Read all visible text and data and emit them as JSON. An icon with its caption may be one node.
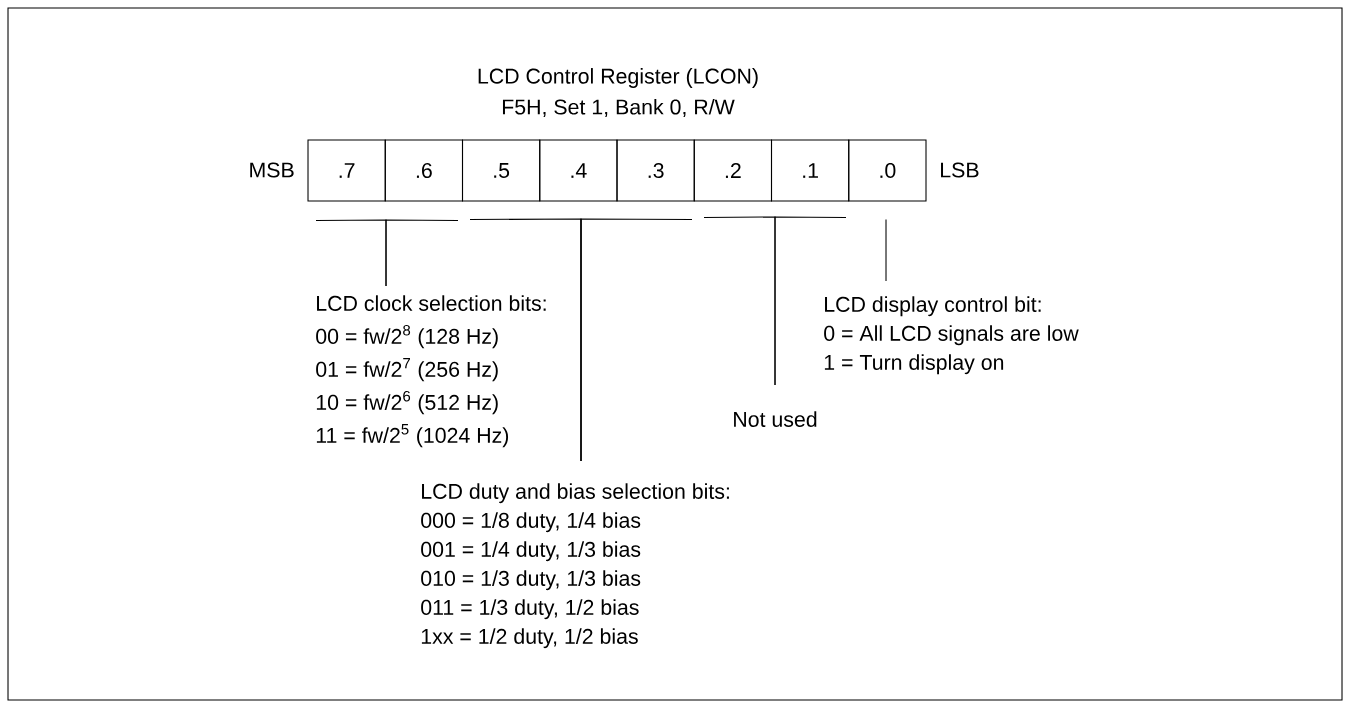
{
  "diagram": {
    "title": "LCD Control Register (LCON)",
    "nodes": [
      {
        "text": [
          ".7"
        ]
      },
      {
        "text": [
          ".6"
        ]
      },
      {
        "text": [
          ".5"
        ]
      },
      {
        "text": [
          ".4"
        ]
      },
      {
        "text": [
          ".3"
        ]
      },
      {
        "text": [
          ".2"
        ]
      },
      {
        "text": [
          ".1"
        ]
      },
      {
        "text": [
          ".0"
        ]
      },
      {
        "text": [
          "LCD clock selection bits:",
          "00 = fw/2$^{8}$  (128 Hz)",
          "01 = fw/2$^{7}$  (256 Hz)",
          "10 = fw/2$^{6}$  (512 Hz)",
          "11 = fw/2$^{5}$  (1024 Hz)"
        ]
      },
      {
        "text": [
          "LCD duty and bias selection bits:",
          "000 = 1/8 duty, 1/4 bias",
          "001 = 1/4 duty, 1/3 bias",
          "010 = 1/3 duty, 1/3 bias",
          "011 = 1/3 duty, 1/2 bias",
          "1xx = 1/2 duty, 1/2 bias"
        ]
      },
      {
        "text": [
          "Not used"
        ]
      },
      {
        "text": [
          "LCD display control bit:",
          "0 = All LCD signals are low",
          "1 = Turn display on"
        ]
      }
    ],
    "edges": [
      {
        "from": 8,
        "to": 0,
        "arrow": "none"
      },
      {
        "from": 8,
        "to": 1,
        "arrow": "none"
      },
      {
        "from": 9,
        "to": 2,
        "arrow": "none"
      },
      {
        "from": 9,
        "to": 3,
        "arrow": "none"
      },
      {
        "from": 9,
        "to": 4,
        "arrow": "none"
      },
      {
        "from": 10,
        "to": 5,
        "arrow": "none"
      },
      {
        "from": 10,
        "to": 6,
        "arrow": "none"
      },
      {
        "from": 11,
        "to": 7,
        "arrow": "none"
      }
    ],
    "labels": [
      "F5H, Set 1, Bank 0, R/W",
      "MSB",
      "LSB"
    ]
  }
}
